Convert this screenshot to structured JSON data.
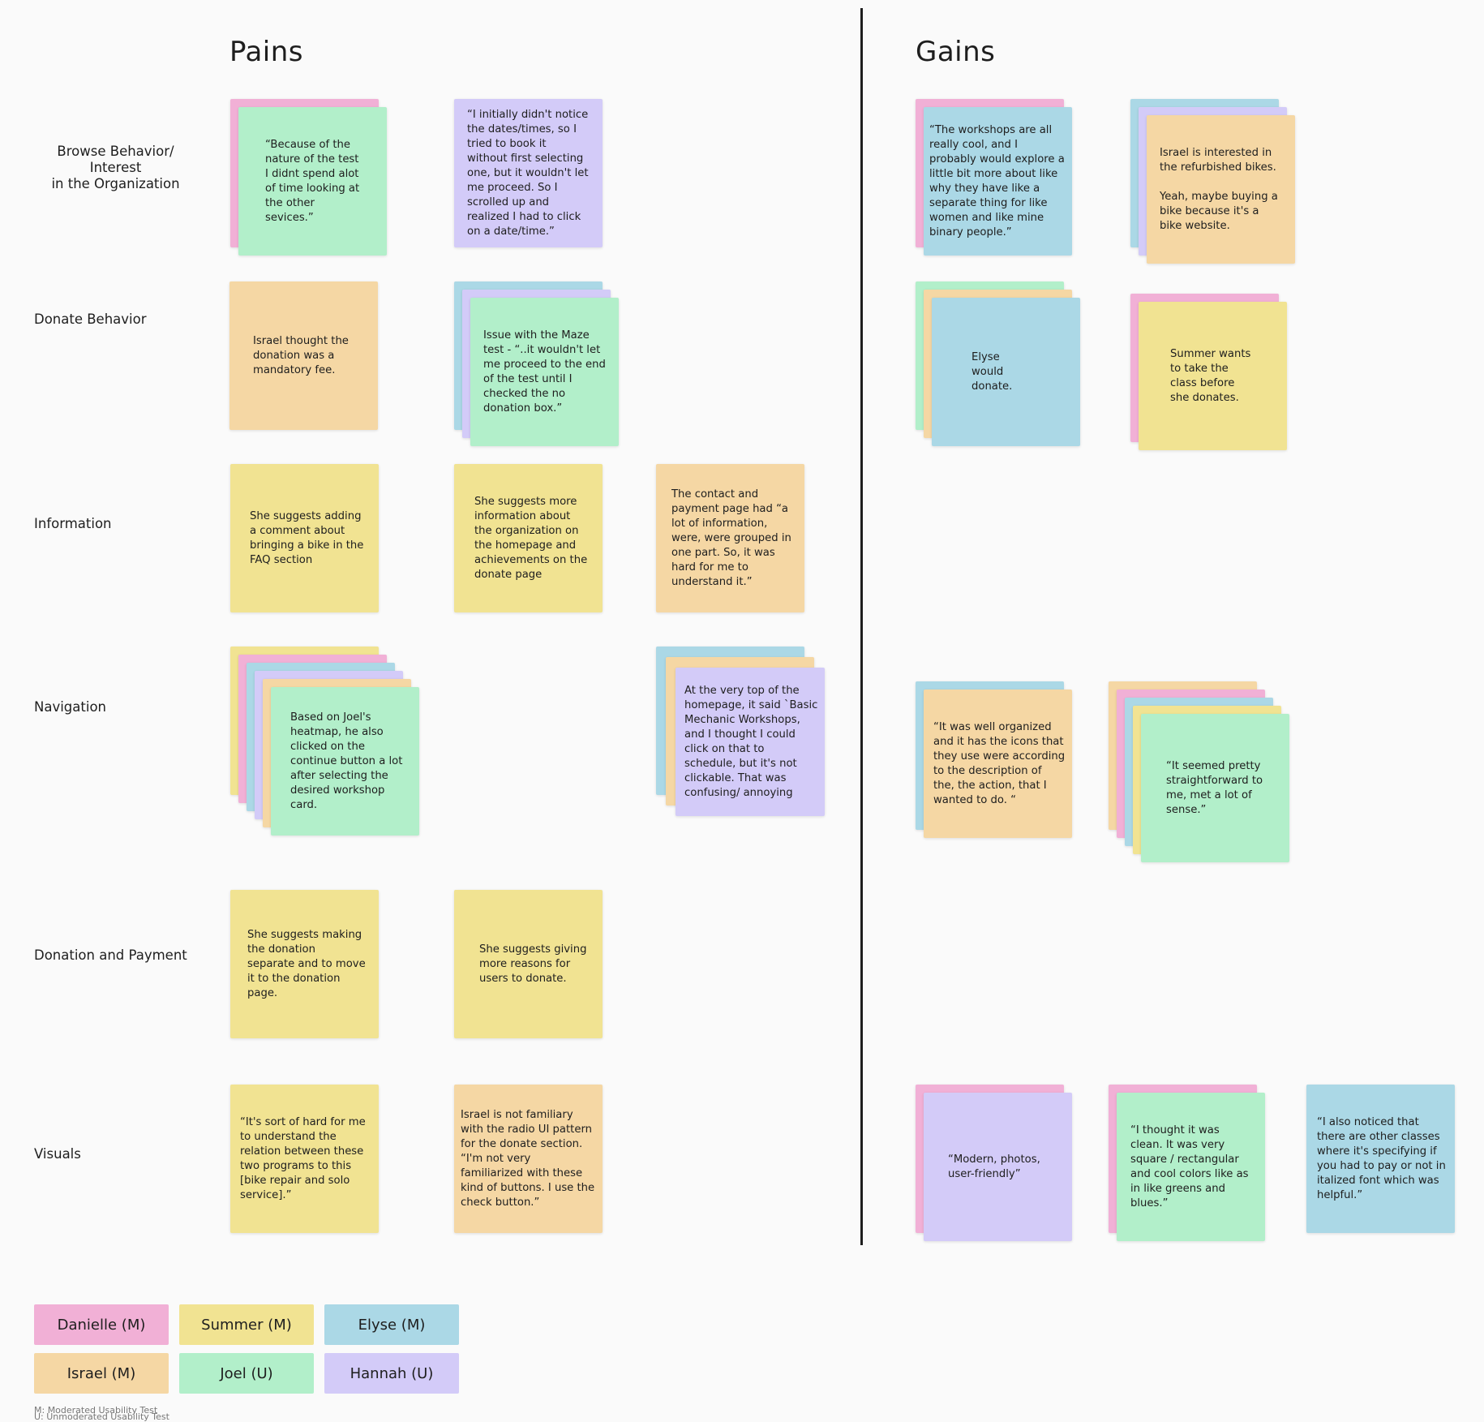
{
  "headings": {
    "pains": "Pains",
    "gains": "Gains"
  },
  "rows": [
    {
      "label": "Browse Behavior/ Interest\nin the Organization"
    },
    {
      "label": "Donate Behavior"
    },
    {
      "label": "Information"
    },
    {
      "label": "Navigation"
    },
    {
      "label": "Donation and Payment"
    },
    {
      "label": "Visuals"
    }
  ],
  "notes": {
    "browse_pain_1": "“Because of the\nnature of the test\nI didnt spend alot\nof time looking at\nthe other\nsevices.”",
    "browse_pain_2": "“I initially didn't notice the dates/times, so I tried to book it without first selecting one, but it wouldn't let me proceed. So I scrolled up and realized I had to click on a date/time.”",
    "browse_gain_1": "“The workshops are all really cool, and I probably would explore a little bit more about like why they have like a separate thing for like women and like mine binary people.”",
    "browse_gain_2": "Israel is interested in the refurbished bikes.\n\nYeah, maybe buying a bike because it's a bike website.",
    "donate_pain_1": "Israel thought the donation was a mandatory fee.",
    "donate_pain_2": "Issue with the Maze test - “..it wouldn't let me proceed to the end of the test until I checked the no donation box.”",
    "donate_gain_1": "Elyse\nwould\ndonate.",
    "donate_gain_2": "Summer wants\nto take the\nclass before\nshe donates.",
    "info_pain_1": "She suggests adding a comment about bringing a bike in the FAQ section",
    "info_pain_2": "She suggests more information about the organization on the homepage and achievements on the donate page",
    "info_pain_3": "The contact and payment page had “a lot of information, were, were grouped in one part. So, it was hard for me to understand it.”",
    "nav_pain_1": "Based on Joel's heatmap, he also clicked on the continue button a lot after selecting the desired workshop card.",
    "nav_pain_2": "At the very top of the homepage, it said `Basic Mechanic Workshops, and I thought I could click on that to schedule, but it's not clickable. That was confusing/ annoying",
    "nav_gain_1": "“It was well organized and it has the icons that they use were according to the description of the, the action, that I wanted to do. “",
    "nav_gain_2": "“It seemed pretty straightforward to me, met a lot of sense.”",
    "pay_pain_1": "She suggests making the donation separate and to move it to the donation page.",
    "pay_pain_2": "She suggests giving more reasons for users to donate.",
    "vis_pain_1": "“It's sort of hard for me to understand the relation between these two programs to this [bike repair and solo service].”",
    "vis_pain_2": "Israel is not familiary with the radio UI pattern for the donate section. “I'm not very familiarized with these kind of buttons. I use the check button.”",
    "vis_gain_1": "“Modern, photos, user-friendly”",
    "vis_gain_2": "“I thought it was clean. It was very square / rectangular and cool colors like as in like greens and blues.”",
    "vis_gain_3": "“I also noticed that there are other classes where it's specifying if you had to pay or not in italized font which was helpful.”"
  },
  "legend": [
    {
      "label": "Danielle (M)",
      "color": "#f1b0d6"
    },
    {
      "label": "Summer (M)",
      "color": "#f1e392"
    },
    {
      "label": "Elyse (M)",
      "color": "#abd8e6"
    },
    {
      "label": "Israel (M)",
      "color": "#f5d7a4"
    },
    {
      "label": "Joel (U)",
      "color": "#b2efca"
    },
    {
      "label": "Hannah (U)",
      "color": "#d3cbf8"
    }
  ],
  "footnote": {
    "moderated": "M: Moderated Usability Test",
    "unmoderated": "U: Unmoderated Usability Test"
  }
}
